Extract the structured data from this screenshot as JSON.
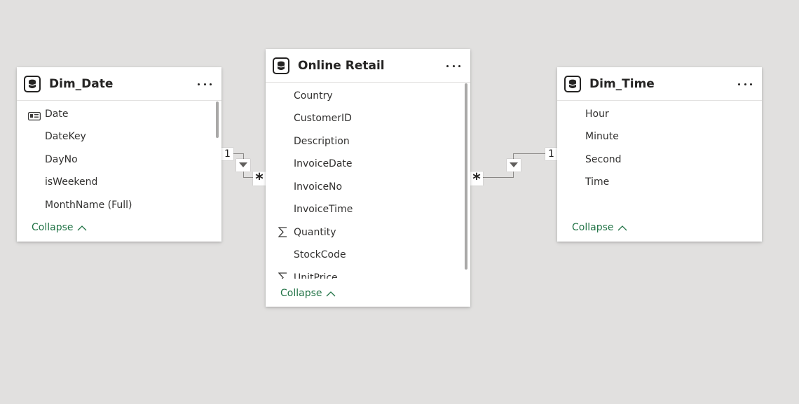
{
  "tables": {
    "dim_date": {
      "title": "Dim_Date",
      "fields": [
        "Date",
        "DateKey",
        "DayNo",
        "isWeekend",
        "MonthName (Full)"
      ],
      "collapse_label": "Collapse"
    },
    "online_retail": {
      "title": "Online Retail",
      "fields": [
        "Country",
        "CustomerID",
        "Description",
        "InvoiceDate",
        "InvoiceNo",
        "InvoiceTime",
        "Quantity",
        "StockCode",
        "UnitPrice"
      ],
      "collapse_label": "Collapse"
    },
    "dim_time": {
      "title": "Dim_Time",
      "fields": [
        "Hour",
        "Minute",
        "Second",
        "Time"
      ],
      "collapse_label": "Collapse"
    }
  },
  "relationships": [
    {
      "from": "Dim_Date",
      "to": "Online Retail",
      "one_label": "1",
      "many_label": "*"
    },
    {
      "from": "Dim_Time",
      "to": "Online Retail",
      "one_label": "1",
      "many_label": "*"
    }
  ],
  "icons": {
    "table": "database-icon",
    "more": "more-options-icon",
    "collapse": "chevron-up-icon",
    "date_field": "calendar-hierarchy-icon",
    "sum_field": "sigma-icon",
    "filter_direction": "filter-direction-icon"
  },
  "colors": {
    "canvas": "#e1e0df",
    "card": "#ffffff",
    "collapse_link": "#217346",
    "relationship_line": "#8a8886"
  }
}
